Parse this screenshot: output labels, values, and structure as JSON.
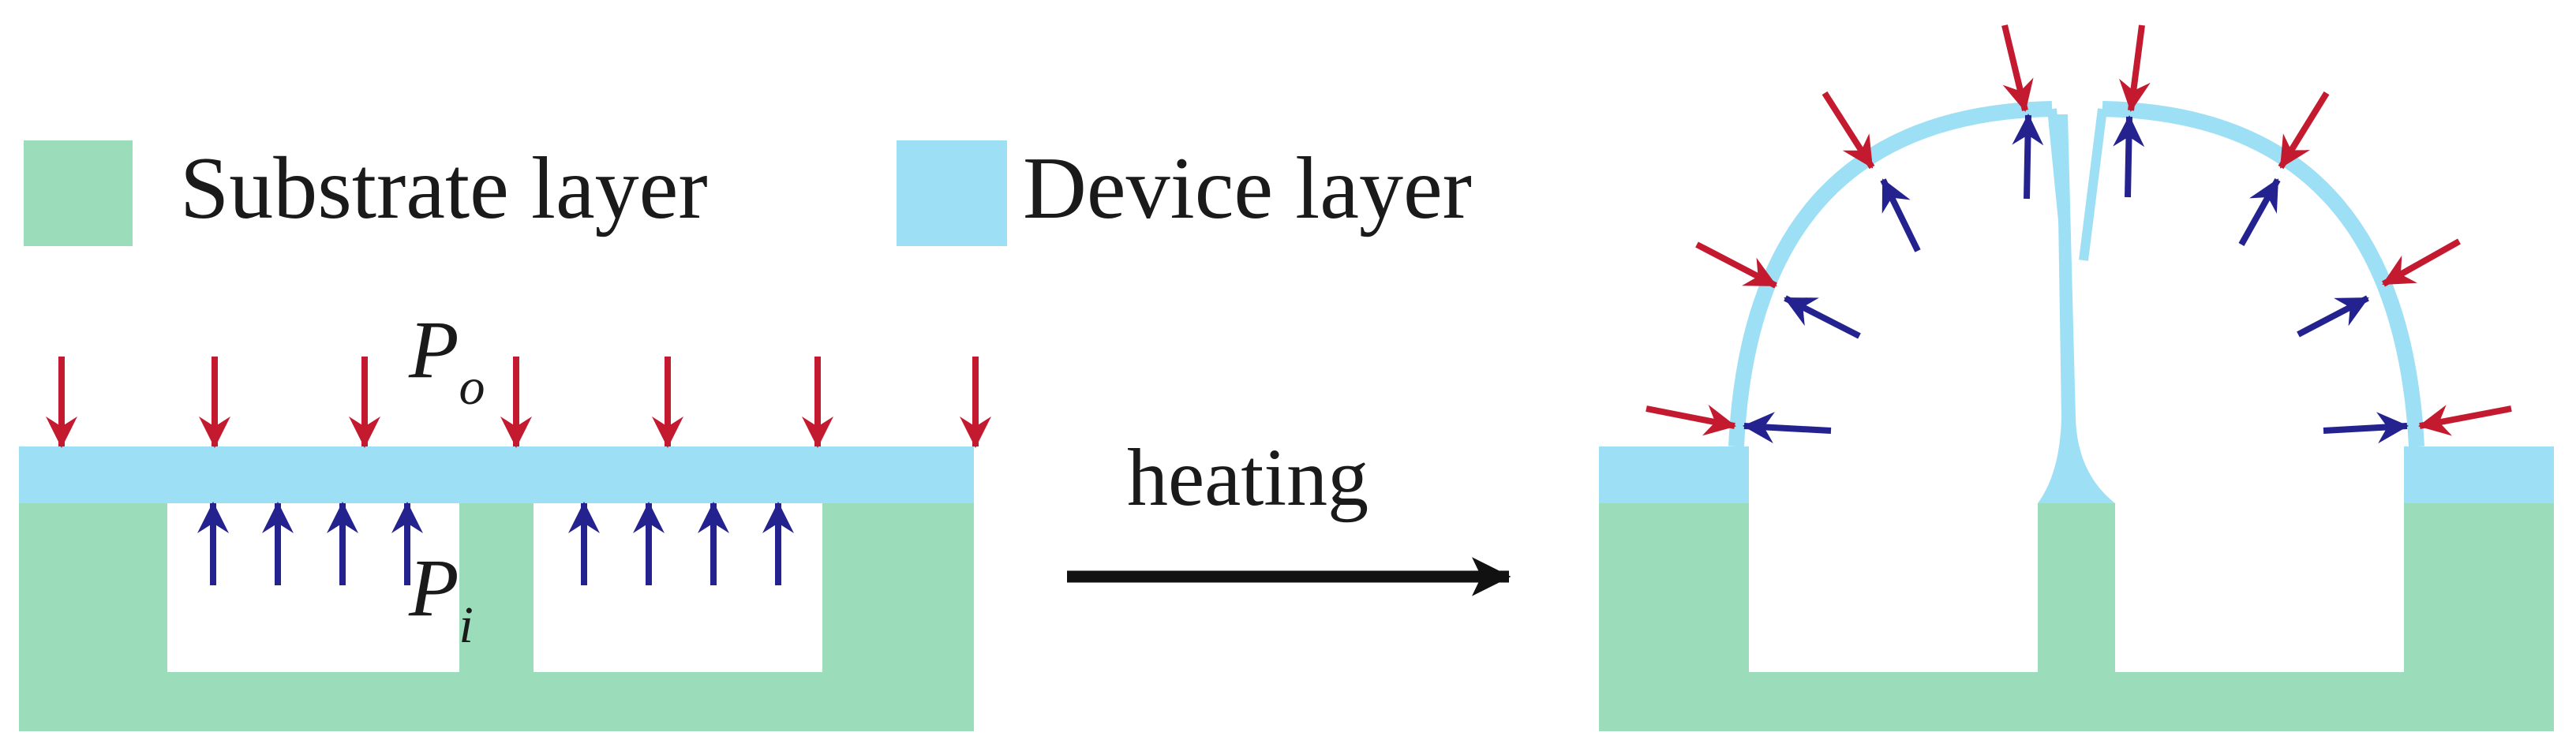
{
  "legend": {
    "substrate_label": "Substrate layer",
    "device_label": "Device layer"
  },
  "labels": {
    "outer_pressure_symbol": "P",
    "outer_pressure_subscript": "o",
    "inner_pressure_symbol": "P",
    "inner_pressure_subscript": "i",
    "process": "heating"
  },
  "colors": {
    "substrate": "#9bdcbb",
    "device": "#9de0f6",
    "outer_pressure_arrow": "#c41a30",
    "inner_pressure_arrow": "#24228f",
    "process_arrow": "#111111"
  },
  "icons": {
    "outer_pressure": "down-arrow-icon",
    "inner_pressure": "up-arrow-icon",
    "process": "right-arrow-icon"
  }
}
